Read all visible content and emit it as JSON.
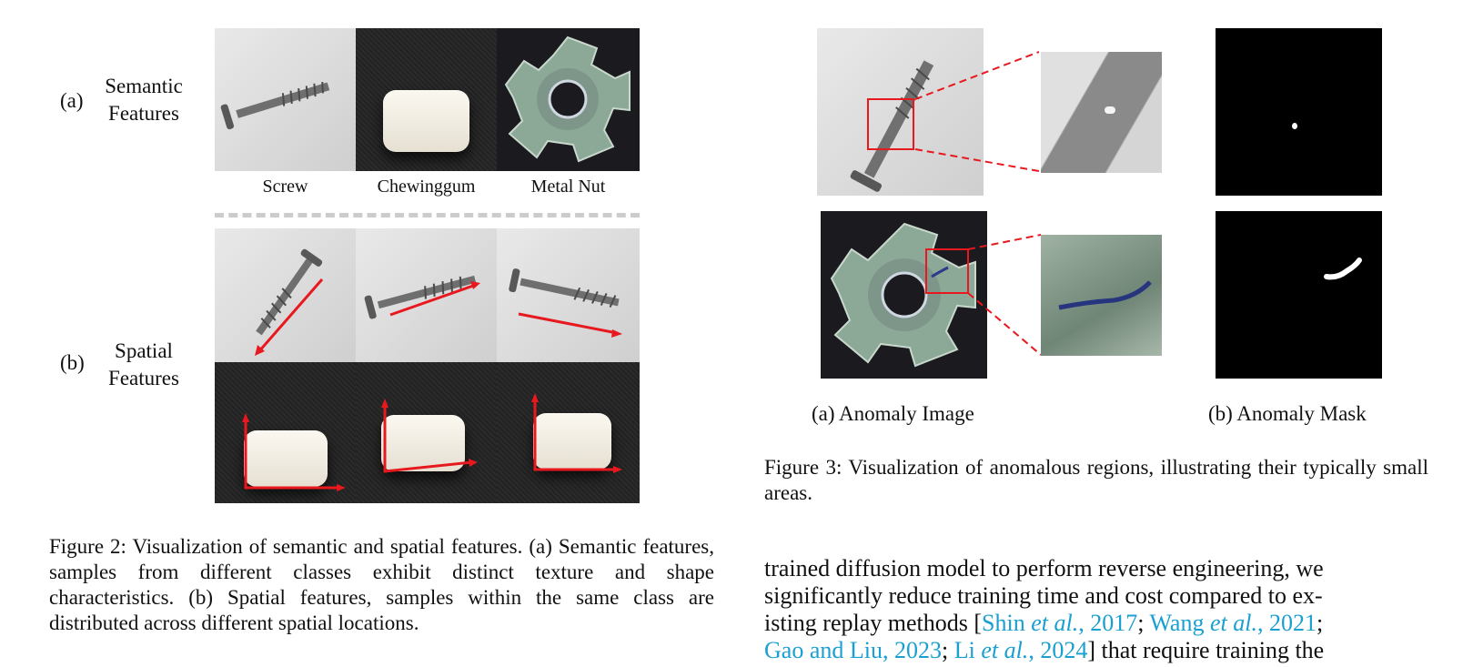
{
  "fig2": {
    "row_a": {
      "tag": "(a)",
      "title_line1": "Semantic",
      "title_line2": "Features"
    },
    "row_b": {
      "tag": "(b)",
      "title_line1": "Spatial",
      "title_line2": "Features"
    },
    "classes": [
      "Screw",
      "Chewinggum",
      "Metal Nut"
    ],
    "caption": "Figure 2: Visualization of semantic and spatial features. (a) Semantic features, samples from different classes exhibit distinct texture and shape characteristics. (b) Spatial features, samples within the same class are distributed across different spatial locations."
  },
  "fig3": {
    "sub_a": "(a)  Anomaly Image",
    "sub_b": "(b)  Anomaly Mask",
    "caption": "Figure 3: Visualization of anomalous regions, illustrating their typically small areas."
  },
  "body": {
    "line1": "trained diffusion model to perform reverse engineering, we",
    "line2": "significantly reduce training time and cost compared to ex-",
    "line3_pre": "isting replay methods [",
    "cite1_a": "Shin ",
    "cite1_b": "et al.",
    "cite1_c": ", 2017",
    "sep1": "; ",
    "cite2_a": "Wang ",
    "cite2_b": "et al.",
    "cite2_c": ", 2021",
    "sep2": ";",
    "cite3": "Gao and Liu, 2023",
    "sep3": "; ",
    "cite4_a": "Li ",
    "cite4_b": "et al.",
    "cite4_c": ", 2024",
    "line4_post": "] that require training the"
  },
  "colors": {
    "arrow": "#e8181f",
    "citation": "#1a9fd1",
    "dashed_divider": "#cccccc"
  }
}
